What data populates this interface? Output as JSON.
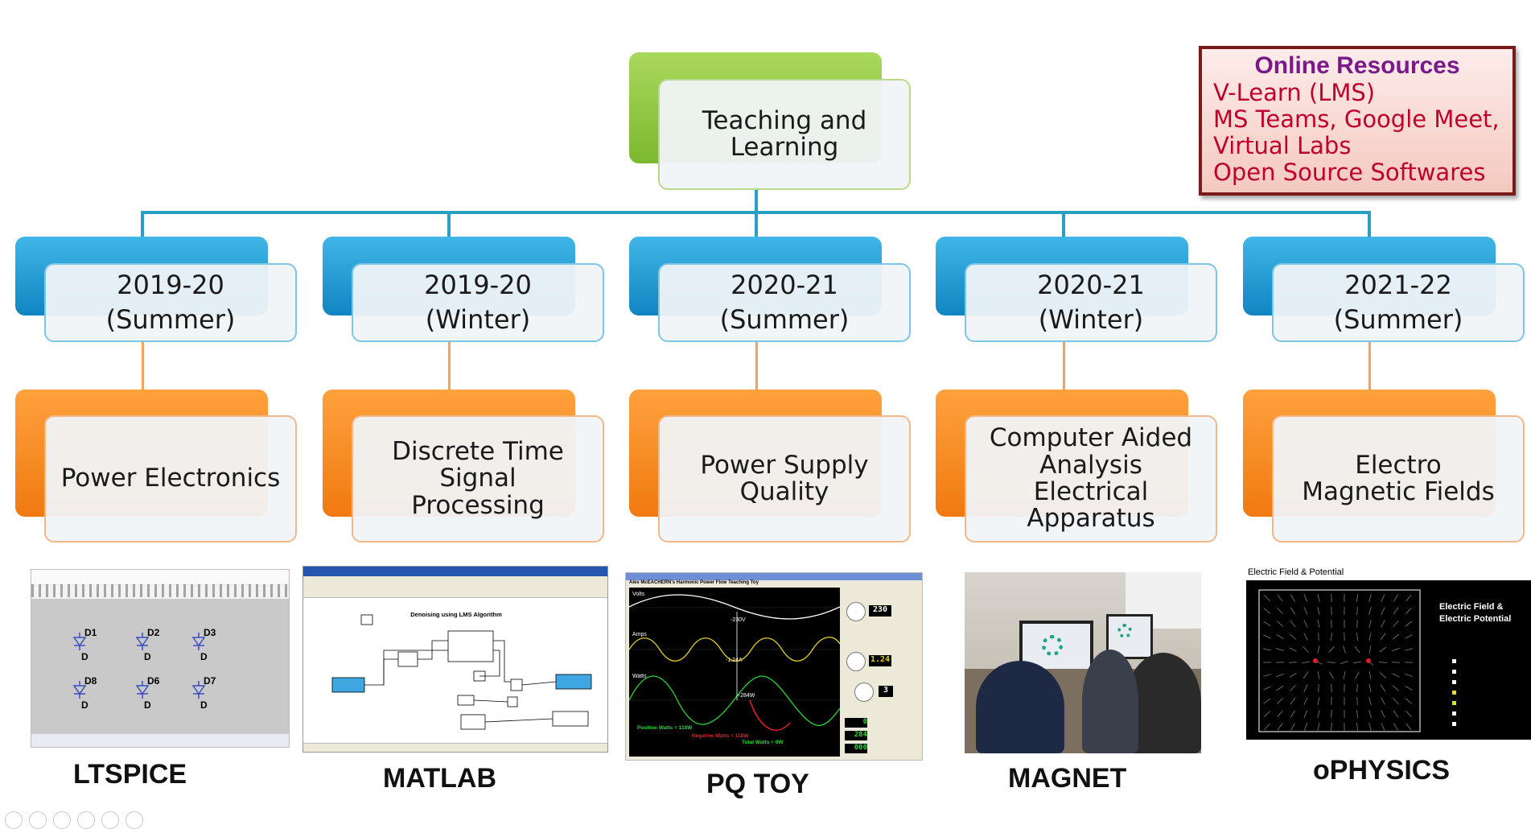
{
  "root": {
    "label": "Teaching and Learning"
  },
  "online_resources": {
    "title": "Online Resources",
    "items": [
      "V-Learn (LMS)",
      "MS Teams, Google Meet,",
      "Virtual Labs",
      "Open Source Softwares"
    ]
  },
  "semesters": [
    {
      "line1": "2019-20",
      "line2": "(Summer)",
      "course": "Power Electronics",
      "tool": "LTSPICE"
    },
    {
      "line1": "2019-20",
      "line2": "(Winter)",
      "course": "Discrete Time Signal Processing",
      "tool": "MATLAB"
    },
    {
      "line1": "2020-21",
      "line2": "(Summer)",
      "course": "Power Supply Quality",
      "tool": "PQ TOY"
    },
    {
      "line1": "2020-21",
      "line2": "(Winter)",
      "course": "Computer Aided Analysis Electrical Apparatus",
      "tool": "MAGNET"
    },
    {
      "line1": "2021-22",
      "line2": "(Summer)",
      "course": "Electro Magnetic Fields",
      "tool": "oPHYSICS"
    }
  ],
  "screens": {
    "ltspice": {
      "diodes": [
        "D1",
        "D2",
        "D3",
        "D8",
        "D6",
        "D7"
      ],
      "diode_node": "D"
    },
    "matlab": {
      "title": "Denoising using LMS Algorithm"
    },
    "pqtoy": {
      "title": "Alex McEACHERN's Harmonic Power Flow Teaching Toy",
      "volts": "Volts",
      "amps": "Amps",
      "watts": "Watts",
      "v_value": "-230V",
      "a_value": "-1.24A",
      "w_value": "+284W",
      "pos": "Positive Watts = 118W",
      "neg": "Negative Watts = 118W",
      "total": "Total Watts = 0W",
      "readouts": [
        "230",
        "1.24",
        "3",
        "0",
        "284",
        "000"
      ]
    },
    "ophysics": {
      "title": "Electric Field & Potential",
      "panel_line1": "Electric Field &",
      "panel_line2": "Electric Potential"
    }
  },
  "colors": {
    "connector": "#2a9fc4",
    "course_connector": "#f5a15a",
    "online_border": "#7a1a1a",
    "online_title": "#7a1a8a",
    "online_items": "#c0002c"
  }
}
